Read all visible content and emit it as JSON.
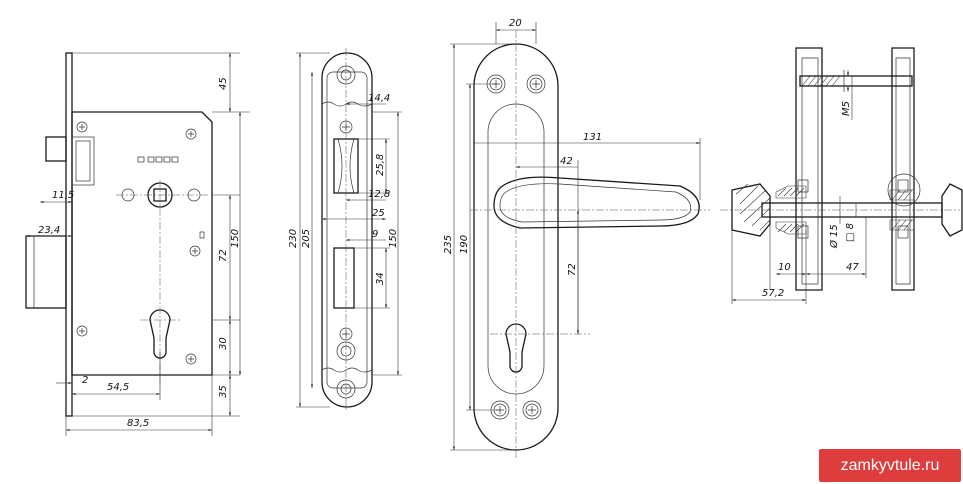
{
  "watermark": {
    "text": "zamkyvtule.ru",
    "color": "#de3d3d"
  },
  "lock_body": {
    "dims": {
      "d45": "45",
      "d11_5": "11,5",
      "d23_4": "23,4",
      "d150": "150",
      "d72": "72",
      "d30": "30",
      "d35": "35",
      "d2": "2",
      "d54_5": "54,5",
      "d83_5": "83,5"
    }
  },
  "strike_plate": {
    "dims": {
      "d14_4": "14,4",
      "d25_8": "25,8",
      "d12_8": "12,8",
      "d25": "25",
      "d9": "9",
      "d34": "34",
      "d150": "150",
      "d205": "205",
      "d230": "230"
    }
  },
  "handle": {
    "dims": {
      "d20": "20",
      "d131": "131",
      "d42": "42",
      "d72": "72",
      "d190": "190",
      "d235": "235"
    }
  },
  "section": {
    "dims": {
      "m5": "M5",
      "d15": "Ø 15",
      "sq8": "□ 8",
      "d10": "10",
      "d47": "47",
      "d57_2": "57,2"
    }
  }
}
